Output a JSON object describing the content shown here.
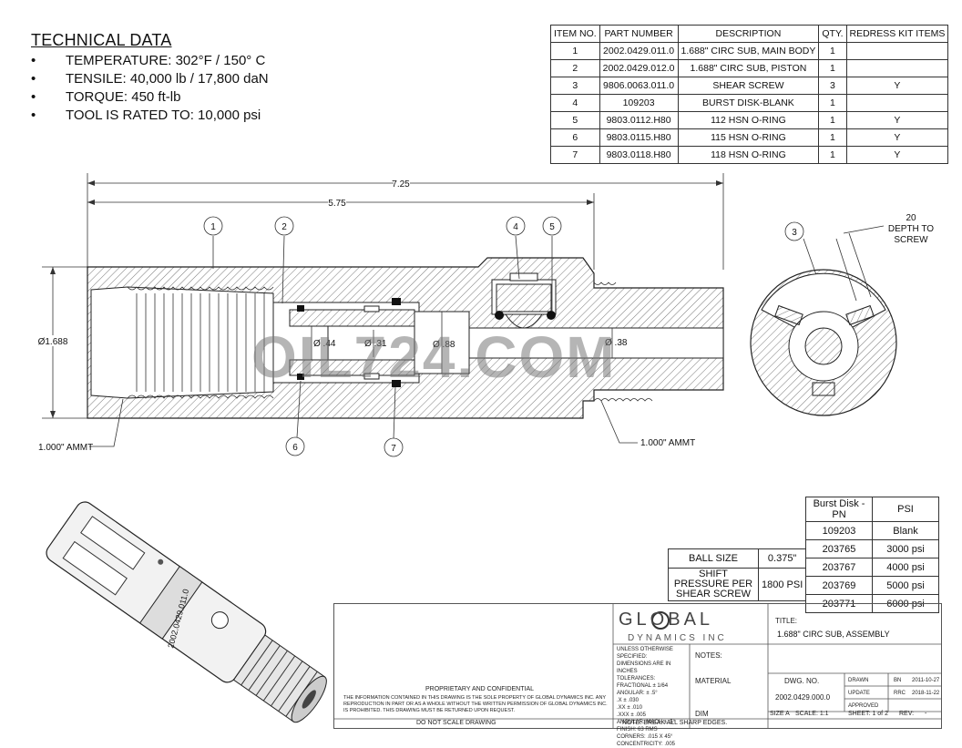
{
  "tech": {
    "title": "TECHNICAL DATA",
    "bullet": "•",
    "items": [
      "TEMPERATURE: 302°F / 150° C",
      "TENSILE: 40,000 lb / 17,800 daN",
      "TORQUE: 450 ft-lb",
      "TOOL IS RATED TO: 10,000 psi"
    ]
  },
  "bom": {
    "headers": [
      "ITEM NO.",
      "PART NUMBER",
      "DESCRIPTION",
      "QTY.",
      "REDRESS KIT ITEMS"
    ],
    "rows": [
      [
        "1",
        "2002.0429.011.0",
        "1.688\" CIRC SUB, MAIN BODY",
        "1",
        ""
      ],
      [
        "2",
        "2002.0429.012.0",
        "1.688\" CIRC SUB, PISTON",
        "1",
        ""
      ],
      [
        "3",
        "9806.0063.011.0",
        "SHEAR SCREW",
        "3",
        "Y"
      ],
      [
        "4",
        "109203",
        "BURST DISK-BLANK",
        "1",
        ""
      ],
      [
        "5",
        "9803.0112.H80",
        "112 HSN O-RING",
        "1",
        "Y"
      ],
      [
        "6",
        "9803.0115.H80",
        "115 HSN O-RING",
        "1",
        "Y"
      ],
      [
        "7",
        "9803.0118.H80",
        "118 HSN O-RING",
        "1",
        "Y"
      ]
    ]
  },
  "dims": {
    "overall": "7.25",
    "partial": "5.75",
    "od": "Ø1.688",
    "d44": "Ø .44",
    "d31": "Ø .31",
    "d88": "Ø .88",
    "d38": "Ø .38",
    "ammt_left": "1.000\" AMMT",
    "ammt_right": "1.000\" AMMT",
    "depth_num": "20",
    "depth_label1": "DEPTH TO",
    "depth_label2": "SCREW"
  },
  "balloons": [
    "1",
    "2",
    "3",
    "4",
    "5",
    "6",
    "7"
  ],
  "watermark": "OIL724.COM",
  "burst": {
    "headers": [
      "Burst Disk - PN",
      "PSI"
    ],
    "rows": [
      [
        "109203",
        "Blank"
      ],
      [
        "203765",
        "3000 psi"
      ],
      [
        "203767",
        "4000 psi"
      ],
      [
        "203769",
        "5000 psi"
      ],
      [
        "203771",
        "6000 psi"
      ]
    ]
  },
  "ball": {
    "ball_label": "BALL SIZE",
    "ball_value": "0.375\"",
    "shift_label": "SHIFT PRESSURE PER SHEAR SCREW",
    "shift_value": "1800 PSI"
  },
  "titleblock": {
    "logo_main": "GLOBAL",
    "logo_sub": "DYNAMICS INC",
    "title_label": "TITLE:",
    "title": "1.688\" CIRC SUB, ASSEMBLY",
    "notes": "NOTES:",
    "material": "MATERIAL",
    "dwg_label": "DWG. NO.",
    "dwg_no": "2002.0429.000.0",
    "drawn": "DRAWN",
    "drawn_by": "BN",
    "drawn_date": "2011-10-27",
    "update": "UPDATE",
    "update_by": "RRC",
    "update_date": "2018-11-22",
    "approved": "APPROVED",
    "size": "SIZE A",
    "scale": "SCALE: 1:1",
    "sheet": "SHEET: 1 of 2",
    "rev": "REV:",
    "rev_value": "-",
    "dim_label": "DIM",
    "prop_title": "PROPRIETARY AND CONFIDENTIAL",
    "prop_text": "THE INFORMATION CONTAINED IN THIS DRAWING IS THE SOLE PROPERTY OF GLOBAL DYNAMICS INC. ANY REPRODUCTION IN PART OR AS A WHOLE WITHOUT THE WRITTEN PERMISSION OF GLOBAL DYNAMICS INC. IS PROHIBITED. THIS DRAWING MUST BE RETURNED UPON REQUEST.",
    "no_scale": "DO NOT SCALE DRAWING",
    "break_edges": "NOTE: BREAK ALL SHARP EDGES.",
    "tol_lines": [
      "UNLESS OTHERWISE SPECIFIED:",
      "DIMENSIONS ARE IN INCHES",
      "TOLERANCES:",
      "FRACTIONAL ± 1/64",
      "ANGULAR: ± .5°",
      ".X ± .030",
      ".XX ± .010",
      ".XXX ± .005"
    ],
    "spec_lines": [
      "ANGULAR: MACH ± .5°",
      "FINISH: 63 RMS",
      "CORNERS: .015 X 45°",
      "CONCENTRICITY: .005"
    ]
  },
  "part_marking": "2002.0429.011.0"
}
